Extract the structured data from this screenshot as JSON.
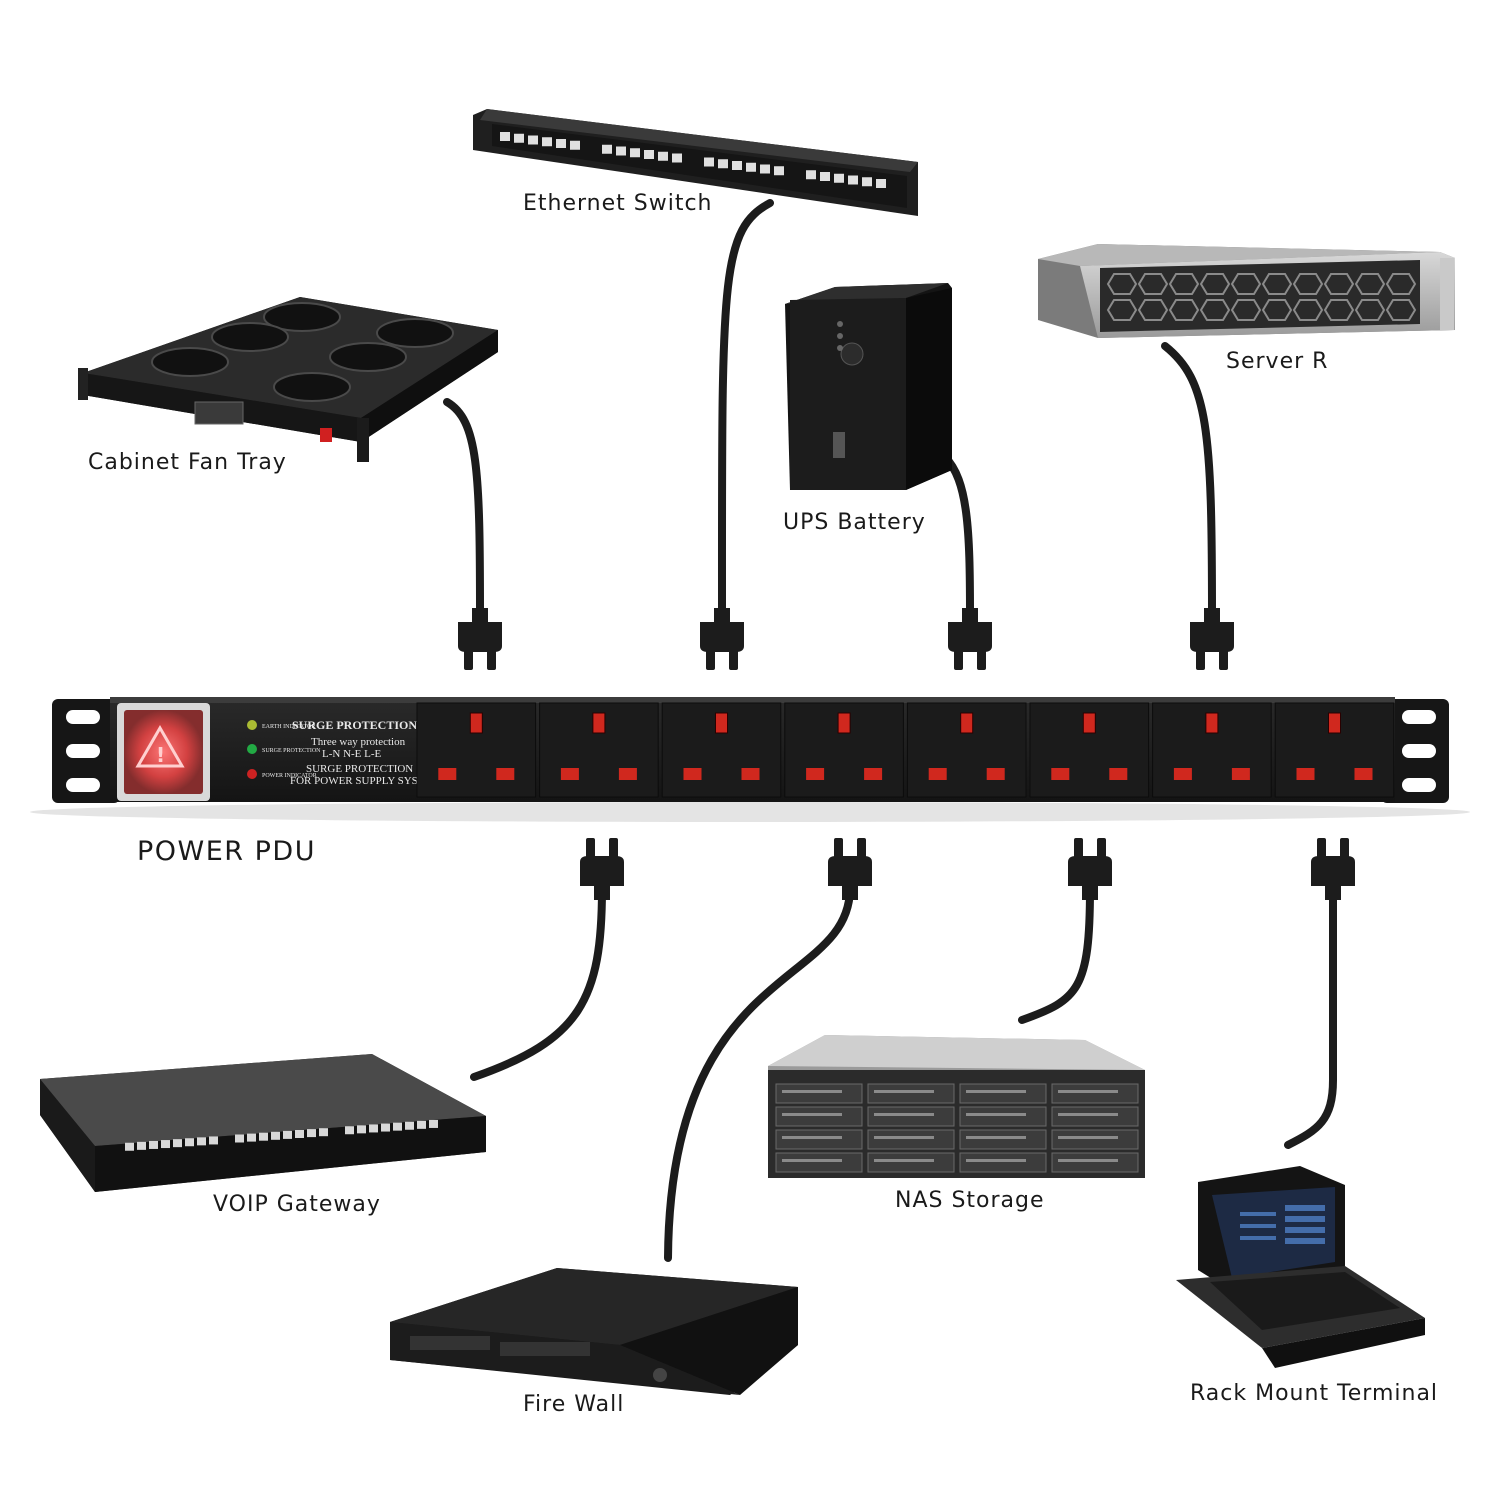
{
  "pdu": {
    "label": "POWER PDU",
    "panel": {
      "title": "SURGE PROTECTION DEVICE",
      "line2": "Three way protection",
      "line3": "L-N  N-E  L-E",
      "line4": "SURGE PROTECTION",
      "line5": "FOR POWER SUPPLY SYSTEMS",
      "ind1": "EARTH INDICATOR",
      "ind2": "SURGE PROTECTION",
      "ind3": "POWER INDICATOR"
    },
    "outlet_count": 8
  },
  "devices": {
    "fan_tray": "Cabinet Fan Tray",
    "switch": "Ethernet Switch",
    "ups": "UPS Battery",
    "server": "Server R",
    "voip": "VOIP Gateway",
    "firewall": "Fire Wall",
    "nas": "NAS Storage",
    "terminal": "Rack Mount Terminal"
  },
  "colors": {
    "cable": "#1c1c1c",
    "pdu_body": "#1e1e1e",
    "socket_red": "#d0281e",
    "warning_red": "#e23b3b"
  }
}
